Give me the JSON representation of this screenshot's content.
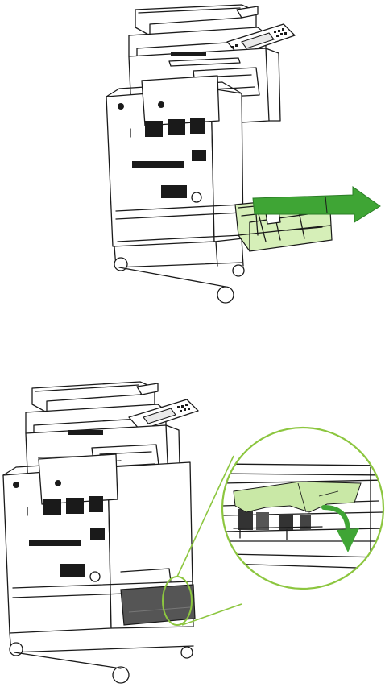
{
  "figures": [
    {
      "id": "remove-tray",
      "action": "pull-tray-out",
      "arrow_color": "#3fa535",
      "tray_color": "#d6efb8"
    },
    {
      "id": "clear-jam-inside-tray-cavity",
      "action": "remove-jammed-paper",
      "callout_color": "#8cc63f",
      "jam_highlight_color": "#c9e8a6",
      "arrow_color": "#3fa535",
      "cavity_color": "#555555"
    }
  ]
}
